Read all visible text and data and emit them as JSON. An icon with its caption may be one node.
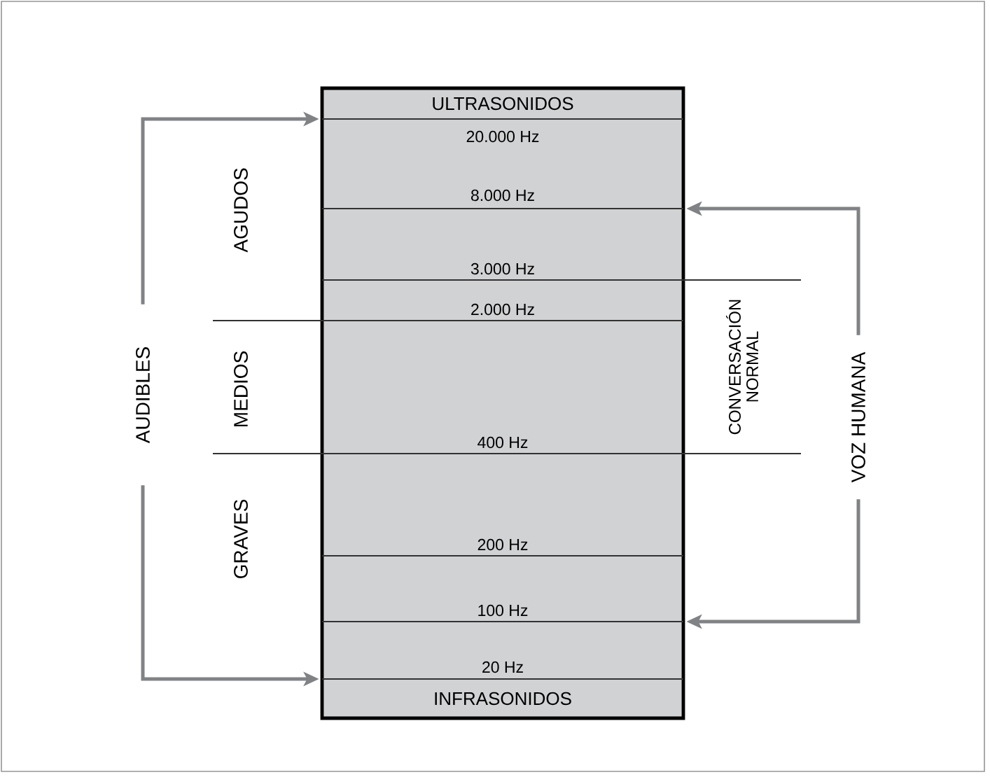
{
  "diagram": {
    "nodes": [
      {
        "text": [],
        "shape": "box"
      },
      {
        "text": [
          "ULTRASONIDOS"
        ],
        "in": 0
      },
      {
        "text": [
          "20.000 Hz"
        ],
        "in": 0
      },
      {
        "text": [
          "8.000 Hz"
        ],
        "in": 0
      },
      {
        "text": [
          "3.000 Hz"
        ],
        "in": 0
      },
      {
        "text": [
          "2.000 Hz"
        ],
        "in": 0
      },
      {
        "text": [
          "400 Hz"
        ],
        "in": 0
      },
      {
        "text": [
          "200 Hz"
        ],
        "in": 0
      },
      {
        "text": [
          "100 Hz"
        ],
        "in": 0
      },
      {
        "text": [
          "20 Hz"
        ],
        "in": 0
      },
      {
        "text": [
          "INFRASONIDOS"
        ],
        "in": 0
      },
      {
        "text": [
          "AUDIBLES"
        ]
      },
      {
        "text": [
          "VOZ HUMANA"
        ]
      }
    ],
    "edges": [
      {
        "from": 11,
        "to": 0,
        "arrow": "to"
      },
      {
        "from": 11,
        "to": 0,
        "arrow": "to"
      },
      {
        "from": 12,
        "to": 0,
        "arrow": "to"
      },
      {
        "from": 12,
        "to": 0,
        "arrow": "to"
      }
    ],
    "labels": [
      "AGUDOS",
      "MEDIOS",
      "GRAVES",
      "CONVERSACIÓN NORMAL"
    ]
  }
}
